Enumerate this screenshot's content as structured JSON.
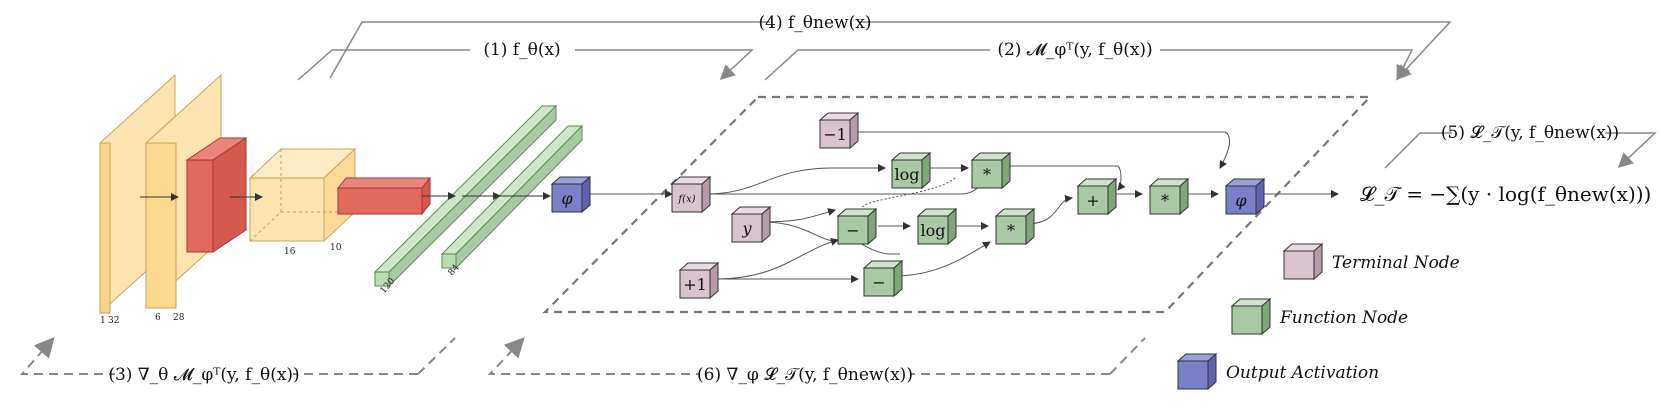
{
  "arrows": {
    "label_1": "(1) f_θ(x)",
    "label_2": "(2) 𝓜_φᵀ(y, f_θ(x))",
    "label_3": "(3) ∇_θ 𝓜_φᵀ(y, f_θ(x))",
    "label_4": "(4) f_θnew(x)",
    "label_5": "(5) 𝓛_𝒯(y, f_θnew(x))",
    "label_6": "(6) ∇_φ 𝓛_𝒯(y, f_θnew(x))"
  },
  "network": {
    "dims": [
      "1",
      "32",
      "6",
      "28",
      "16",
      "10",
      "120",
      "84"
    ],
    "output_activation": "φ"
  },
  "graph": {
    "input_fx": "f(x)",
    "input_y": "y",
    "const_minus1": "−1",
    "const_plus1": "+1",
    "log_top": "log",
    "log_mid": "log",
    "mul_top": "*",
    "mul_mid": "*",
    "mul_right": "*",
    "minus_top": "−",
    "minus_bottom": "−",
    "plus": "+",
    "phi": "φ"
  },
  "loss_formula": "𝓛_𝒯 = −∑(y · log(f_θnew(x)))",
  "legend": {
    "terminal": "Terminal Node",
    "function": "Function Node",
    "output": "Output Activation"
  },
  "colors": {
    "terminal": "#d8c3cf",
    "function": "#a9c9a4",
    "output": "#7a80c8",
    "conv": "#fde3b0",
    "pool": "#e06a5c",
    "fc": "#b9dcb2"
  }
}
